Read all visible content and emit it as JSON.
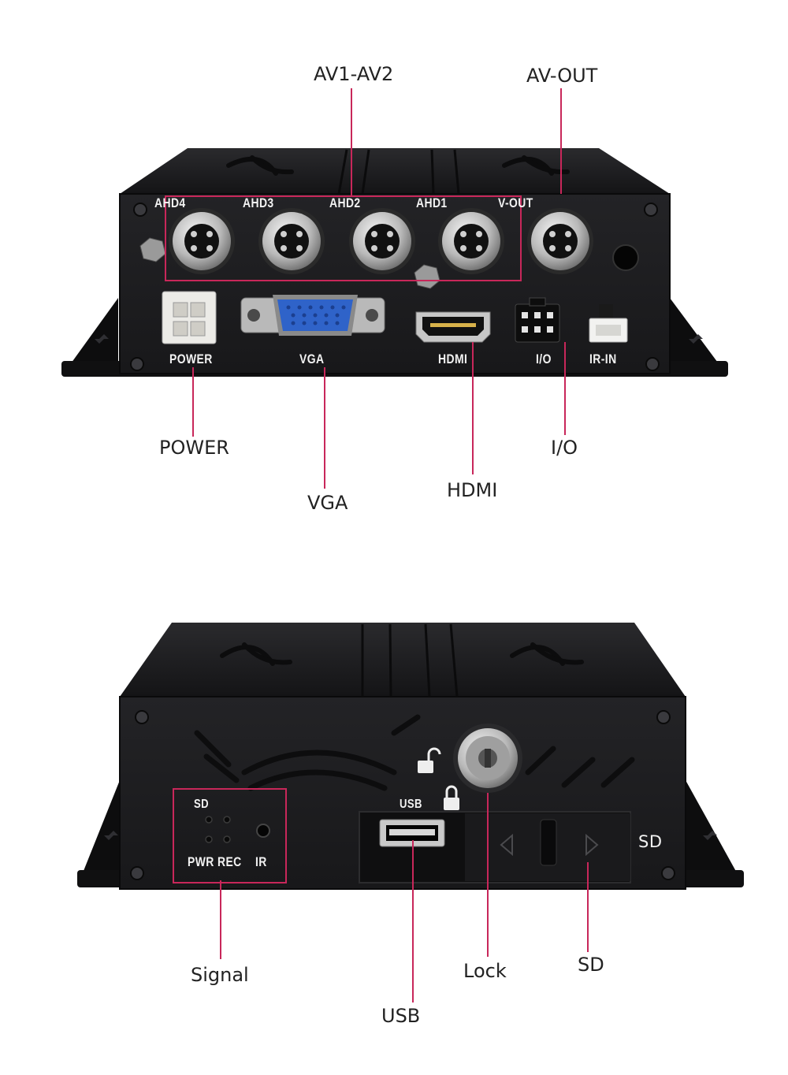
{
  "top_panel": {
    "callouts": {
      "av1_av2": "AV1-AV2",
      "av_out": "AV-OUT",
      "power": "POWER",
      "vga": "VGA",
      "hdmi": "HDMI",
      "io": "I/O"
    },
    "silkscreen": {
      "ahd4": "AHD4",
      "ahd3": "AHD3",
      "ahd2": "AHD2",
      "ahd1": "AHD1",
      "v_out": "V-OUT",
      "power": "POWER",
      "vga": "VGA",
      "hdmi": "HDMI",
      "io": "I/O",
      "ir_in": "IR-IN"
    }
  },
  "bottom_panel": {
    "callouts": {
      "signal": "Signal",
      "usb": "USB",
      "lock": "Lock",
      "sd": "SD"
    },
    "silkscreen": {
      "sd_led": "SD",
      "pwr": "PWR",
      "rec": "REC",
      "ir": "IR",
      "usb": "USB",
      "sd_slot": "SD"
    }
  },
  "colors": {
    "callout_line": "#c8275a",
    "device_body": "#1c1c1e",
    "label_text": "#222222"
  }
}
